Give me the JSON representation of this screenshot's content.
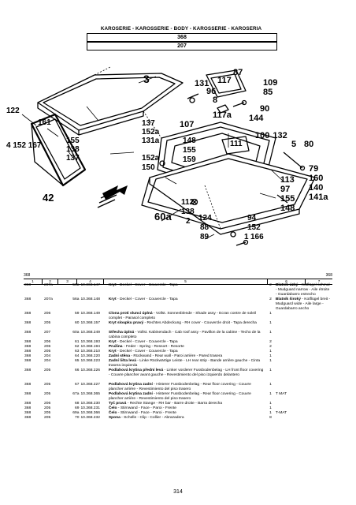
{
  "header": {
    "title": "KAROSERIE - KAROSSERIE - BODY - KAROSSERIE - KAROSERIA",
    "box1": "368",
    "box2": "207"
  },
  "figure": {
    "callouts": {
      "c3": "3",
      "c122": "122",
      "c161": "161",
      "c4152167": "4 152 167",
      "c155": "155",
      "c138a": "138",
      "c137a": "137",
      "c42": "42",
      "c60a": "60a",
      "c131": "131",
      "c117": "117",
      "c87": "87",
      "c96": "96",
      "c8": "8",
      "c109": "109",
      "c85": "85",
      "c90": "90",
      "c144": "144",
      "c117a": "117a",
      "c137b": "137",
      "c152ab": "152a",
      "c131a": "131a",
      "c107": "107",
      "c100": "100",
      "c132": "132",
      "c148a": "148",
      "c155b": "155",
      "c159": "159",
      "c111": "111",
      "c152ac": "152a",
      "c150": "150",
      "c5": "5",
      "c80": "80",
      "c79": "79",
      "c160": "160",
      "c140": "140",
      "c141a": "141a",
      "c113": "113",
      "c97": "97",
      "c155c": "155",
      "c148b": "148",
      "c112": "112",
      "c138b": "138",
      "c2": "2",
      "c124": "124",
      "c88": "88",
      "c89": "89",
      "c94": "94",
      "c152b": "152",
      "c166": "166",
      "c1": "1"
    }
  },
  "table": {
    "left_ref": "368",
    "right_ref": "368",
    "col_numbers": [
      "1",
      "2",
      "3",
      "4",
      "5",
      "6",
      "7"
    ],
    "rows": [
      {
        "a": "368",
        "b": "207a",
        "c": "56a",
        "d": "10.368.147",
        "desc_b": "Kryt",
        "desc": " - Deckel - Cover - Couvercle - Tapa",
        "q": "2",
        "note_b": "Blatník úzký",
        "note": " - Kotflügel schmal - Mudguard narrow - Aile étroite - Guardabarro estrecho"
      },
      {
        "a": "368",
        "b": "207a",
        "c": "56a",
        "d": "10.368.148",
        "desc_b": "Kryt",
        "desc": " - Deckel - Cover - Couvercle - Tapa",
        "q": "2",
        "note_b": "Blatník široký",
        "note": " - Kotflügel breit - Mudguard wide - Aile large - Guardabarro ancho"
      },
      {
        "a": "368",
        "b": "206",
        "c": "59",
        "d": "10.368.149",
        "desc_b": "Clona proti slunci úplná",
        "desc": " - Vollst. Sonnenblende - Shade assy - Ecran contre de soleil complet - Parasol completo",
        "q": "1",
        "note_b": "",
        "note": ""
      },
      {
        "a": "368",
        "b": "205",
        "c": "60",
        "d": "10.368.157",
        "desc_b": "Kryt sloupku pravý",
        "desc": " - Rechtes Abdeckung - RH cover - Couvercle droit - Tapa derecha",
        "q": "1",
        "note_b": "",
        "note": ""
      },
      {
        "a": "368",
        "b": "207",
        "c": "60a",
        "d": "10.368.249",
        "desc_b": "Střecha úplná",
        "desc": " - Vollst. Kabinendach - Cab roof assy - Pavillon de la cabine - Techo de la cabina completo",
        "q": "1",
        "note_b": "",
        "note": ""
      },
      {
        "a": "368",
        "b": "206",
        "c": "61",
        "d": "10.368.193",
        "desc_b": "Kryt",
        "desc": " - Deckel - Cover - Couvercle - Tapa",
        "q": "2",
        "note_b": "",
        "note": ""
      },
      {
        "a": "368",
        "b": "206",
        "c": "62",
        "d": "10.368.194",
        "desc_b": "Pružina",
        "desc": " - Feder - Spring - Ressort - Resorte",
        "q": "2",
        "note_b": "",
        "note": ""
      },
      {
        "a": "368",
        "b": "205",
        "c": "63",
        "d": "10.368.210",
        "desc_b": "Kryt",
        "desc": " - Deckel - Cover - Couvercle - Tapa",
        "q": "1",
        "note_b": "",
        "note": ""
      },
      {
        "a": "368",
        "b": "204",
        "c": "64",
        "d": "10.368.220",
        "desc_b": "Zadní stěna",
        "desc": " - Rückwand - Rear wall - Paroi arrière - Pared trasera",
        "q": "1",
        "note_b": "",
        "note": ""
      },
      {
        "a": "368",
        "b": "204",
        "c": "65",
        "d": "10.368.223",
        "desc_b": "Zadní lišta levá",
        "desc": " - Linke Rückwärtige Leiste - LH rear strip - Bande arrière gauche - Cinta trasera izquierda",
        "q": "1",
        "note_b": "",
        "note": ""
      },
      {
        "a": "368",
        "b": "205",
        "c": "66",
        "d": "10.368.226",
        "desc_b": "Podlahová krytina přední levá",
        "desc": " - Linker vorderer Fussbodenbelag - LH front floor covering - Couvre plancher avant gauche - Revestimiento del piso izquierdo delantero",
        "q": "1",
        "note_b": "",
        "note": ""
      },
      {
        "a": "368",
        "b": "205",
        "c": "67",
        "d": "10.368.227",
        "desc_b": "Podlahová krytina zadní",
        "desc": " - Hinterer Fussbodenbelag - Rear floor covering - Couvre plancher arrière - Revestimiento del piso trasero",
        "q": "1",
        "note_b": "",
        "note": ""
      },
      {
        "a": "368",
        "b": "205",
        "c": "67a",
        "d": "10.368.365",
        "desc_b": "Podlahová krytina zadní",
        "desc": " - Hinterer Fussbodenbelag - Rear floor covering - Couvre plancher arrière - Revestimiento del piso trasero",
        "q": "1",
        "note_b": "",
        "note": "T MAT"
      },
      {
        "a": "368",
        "b": "206",
        "c": "68",
        "d": "10.368.230",
        "desc_b": "Tyč pravá",
        "desc": " - Rechte Stange - RH bar - Barre droite - Barra derecha",
        "q": "1",
        "note_b": "",
        "note": ""
      },
      {
        "a": "368",
        "b": "205",
        "c": "69",
        "d": "10.368.231",
        "desc_b": "Čelo",
        "desc": " - Stirnwand - Face - Paroi - Frente",
        "q": "1",
        "note_b": "",
        "note": ""
      },
      {
        "a": "368",
        "b": "205",
        "c": "69a",
        "d": "10.368.366",
        "desc_b": "Čelo",
        "desc": " - Stirnwand - Face - Paroi - Frente",
        "q": "1",
        "note_b": "",
        "note": "T-MAT"
      },
      {
        "a": "368",
        "b": "205",
        "c": "70",
        "d": "10.368.232",
        "desc_b": "Spona",
        "desc": " - Schelle - Clip - Collier - Abrazadera",
        "q": "8",
        "note_b": "",
        "note": ""
      }
    ]
  },
  "page_number": "314"
}
